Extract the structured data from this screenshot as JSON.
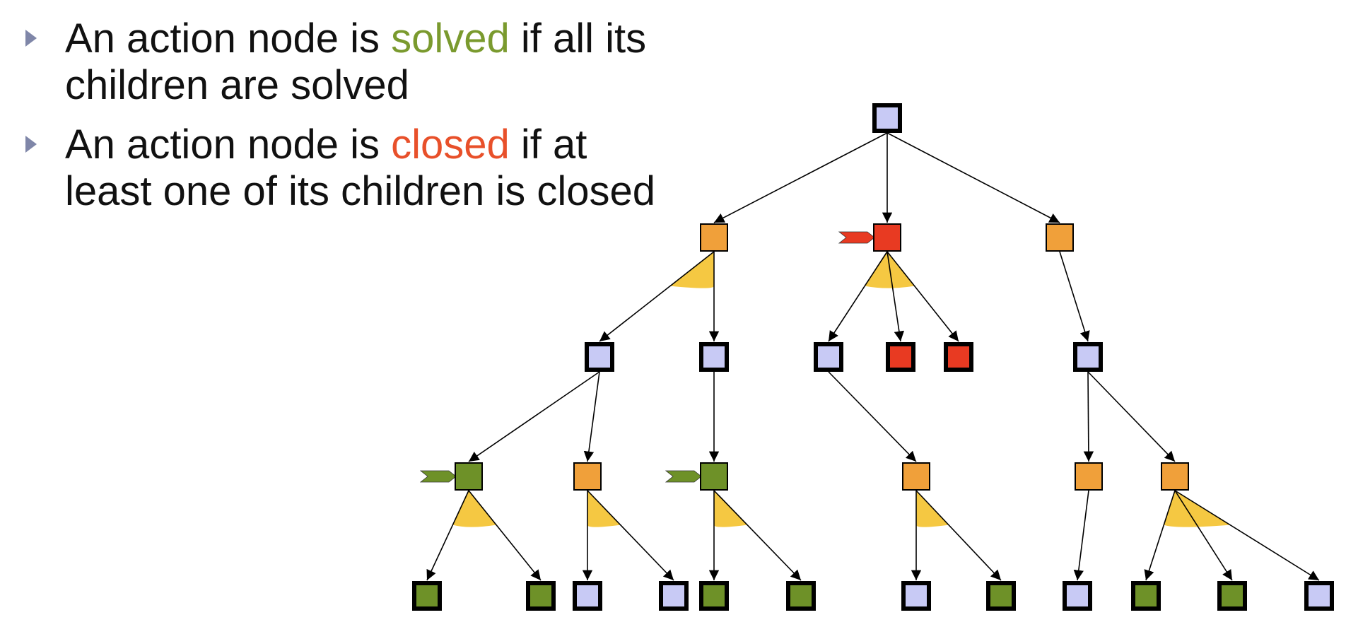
{
  "bullets": [
    {
      "before": "An action node is ",
      "highlight": "solved",
      "after": " if all its children are solved",
      "highlight_role": "solved"
    },
    {
      "before": "An action node is ",
      "highlight": "closed",
      "after": " if at least one of its children is closed",
      "highlight_role": "closed"
    }
  ],
  "colors": {
    "or_node": "#c8caf5",
    "action_node": "#f0a03a",
    "closed": "#e83a22",
    "solved": "#6e9128",
    "and_wedge": "#f5c842",
    "solved_text": "#7a9a2e",
    "closed_text": "#e8502a",
    "bullet_marker": "#7f86a8"
  },
  "tree": {
    "nodes": [
      {
        "id": "root",
        "kind": "or",
        "state": "open"
      },
      {
        "id": "a1",
        "kind": "action",
        "state": "open"
      },
      {
        "id": "a2",
        "kind": "action",
        "state": "closed",
        "flag": "closed"
      },
      {
        "id": "a3",
        "kind": "action",
        "state": "open"
      },
      {
        "id": "o1",
        "kind": "or",
        "state": "open"
      },
      {
        "id": "o2",
        "kind": "or",
        "state": "open"
      },
      {
        "id": "o3",
        "kind": "or",
        "state": "open"
      },
      {
        "id": "o4",
        "kind": "or",
        "state": "closed"
      },
      {
        "id": "o5",
        "kind": "or",
        "state": "closed"
      },
      {
        "id": "o6",
        "kind": "or",
        "state": "open"
      },
      {
        "id": "b1",
        "kind": "action",
        "state": "solved",
        "flag": "solved"
      },
      {
        "id": "b2",
        "kind": "action",
        "state": "open"
      },
      {
        "id": "b3",
        "kind": "action",
        "state": "solved",
        "flag": "solved"
      },
      {
        "id": "b4",
        "kind": "action",
        "state": "open"
      },
      {
        "id": "b5",
        "kind": "action",
        "state": "open"
      },
      {
        "id": "b6",
        "kind": "action",
        "state": "open"
      },
      {
        "id": "l1",
        "kind": "or",
        "state": "solved"
      },
      {
        "id": "l2",
        "kind": "or",
        "state": "solved"
      },
      {
        "id": "l3",
        "kind": "or",
        "state": "open"
      },
      {
        "id": "l4",
        "kind": "or",
        "state": "open"
      },
      {
        "id": "l5",
        "kind": "or",
        "state": "solved"
      },
      {
        "id": "l6",
        "kind": "or",
        "state": "solved"
      },
      {
        "id": "l7",
        "kind": "or",
        "state": "open"
      },
      {
        "id": "l8",
        "kind": "or",
        "state": "solved"
      },
      {
        "id": "l9",
        "kind": "or",
        "state": "open"
      },
      {
        "id": "l10",
        "kind": "or",
        "state": "solved"
      },
      {
        "id": "l11",
        "kind": "or",
        "state": "solved"
      },
      {
        "id": "l12",
        "kind": "or",
        "state": "open"
      }
    ],
    "edges": [
      [
        "root",
        "a1"
      ],
      [
        "root",
        "a2"
      ],
      [
        "root",
        "a3"
      ],
      [
        "a1",
        "o1"
      ],
      [
        "a1",
        "o2"
      ],
      [
        "a2",
        "o3"
      ],
      [
        "a2",
        "o4"
      ],
      [
        "a2",
        "o5"
      ],
      [
        "a3",
        "o6"
      ],
      [
        "o1",
        "b1"
      ],
      [
        "o1",
        "b2"
      ],
      [
        "o2",
        "b3"
      ],
      [
        "o3",
        "b4"
      ],
      [
        "o6",
        "b5"
      ],
      [
        "o6",
        "b6"
      ],
      [
        "b1",
        "l1"
      ],
      [
        "b1",
        "l2"
      ],
      [
        "b2",
        "l3"
      ],
      [
        "b2",
        "l4"
      ],
      [
        "b3",
        "l5"
      ],
      [
        "b3",
        "l6"
      ],
      [
        "b4",
        "l7"
      ],
      [
        "b4",
        "l8"
      ],
      [
        "b5",
        "l9"
      ],
      [
        "b6",
        "l10"
      ],
      [
        "b6",
        "l11"
      ],
      [
        "b6",
        "l12"
      ]
    ],
    "and_wedges": [
      "a1",
      "a2",
      "b1",
      "b2",
      "b3",
      "b4",
      "b6"
    ]
  }
}
